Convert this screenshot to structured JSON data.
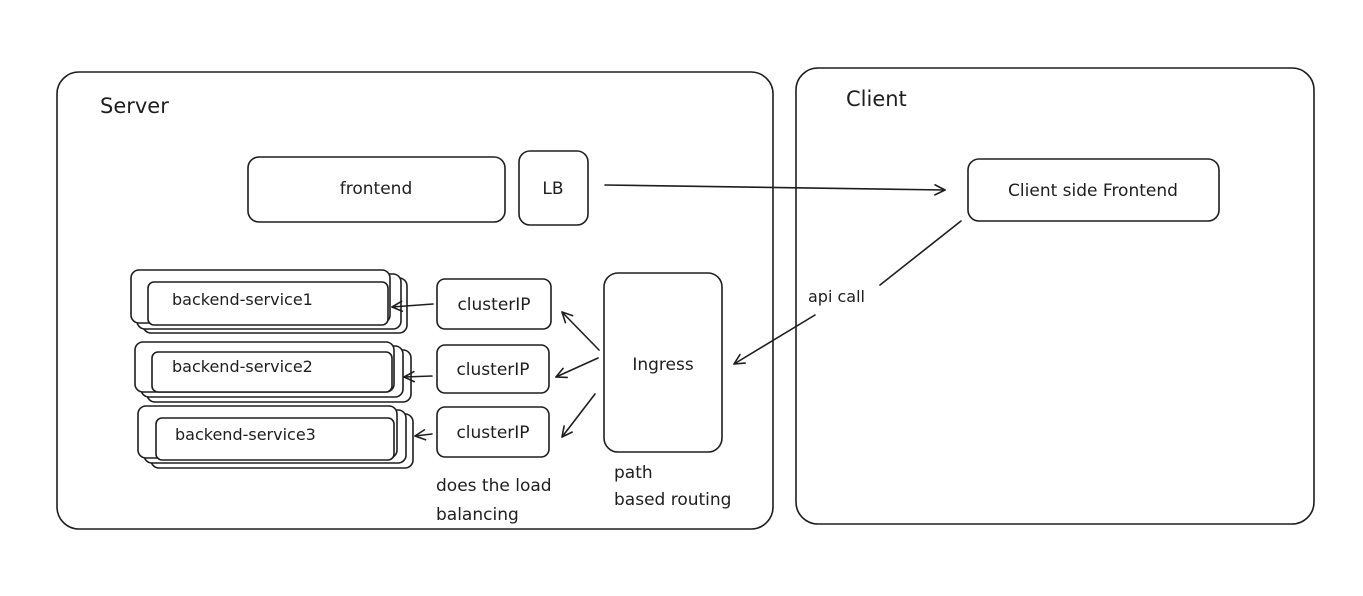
{
  "server": {
    "title": "Server"
  },
  "client": {
    "title": "Client"
  },
  "nodes": {
    "frontend": "frontend",
    "lb": "LB",
    "client_frontend": "Client side Frontend",
    "ingress": "Ingress",
    "backend_1": "backend-service1",
    "backend_2": "backend-service2",
    "backend_3": "backend-service3",
    "clusterip_1": "clusterIP",
    "clusterip_2": "clusterIP",
    "clusterip_3": "clusterIP"
  },
  "annotations": {
    "api_call": "api call",
    "load_balancing_line1": "does the load",
    "load_balancing_line2": "balancing",
    "routing_line1": "path",
    "routing_line2": "based routing"
  }
}
